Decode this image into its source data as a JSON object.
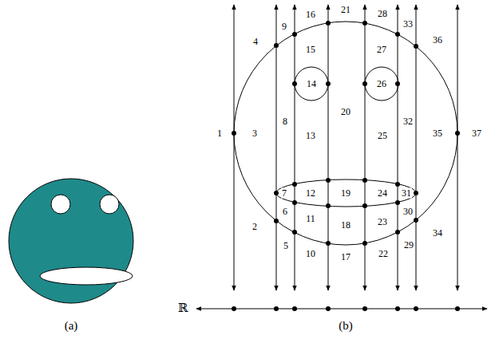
{
  "diagram": {
    "labels": [
      "1",
      "2",
      "3",
      "4",
      "5",
      "6",
      "7",
      "8",
      "9",
      "10",
      "11",
      "12",
      "13",
      "14",
      "15",
      "16",
      "17",
      "18",
      "19",
      "20",
      "21",
      "22",
      "23",
      "24",
      "25",
      "26",
      "27",
      "28",
      "29",
      "30",
      "31",
      "32",
      "33",
      "34",
      "35",
      "36",
      "37",
      "ℝ",
      "(a)",
      "(b)"
    ]
  }
}
